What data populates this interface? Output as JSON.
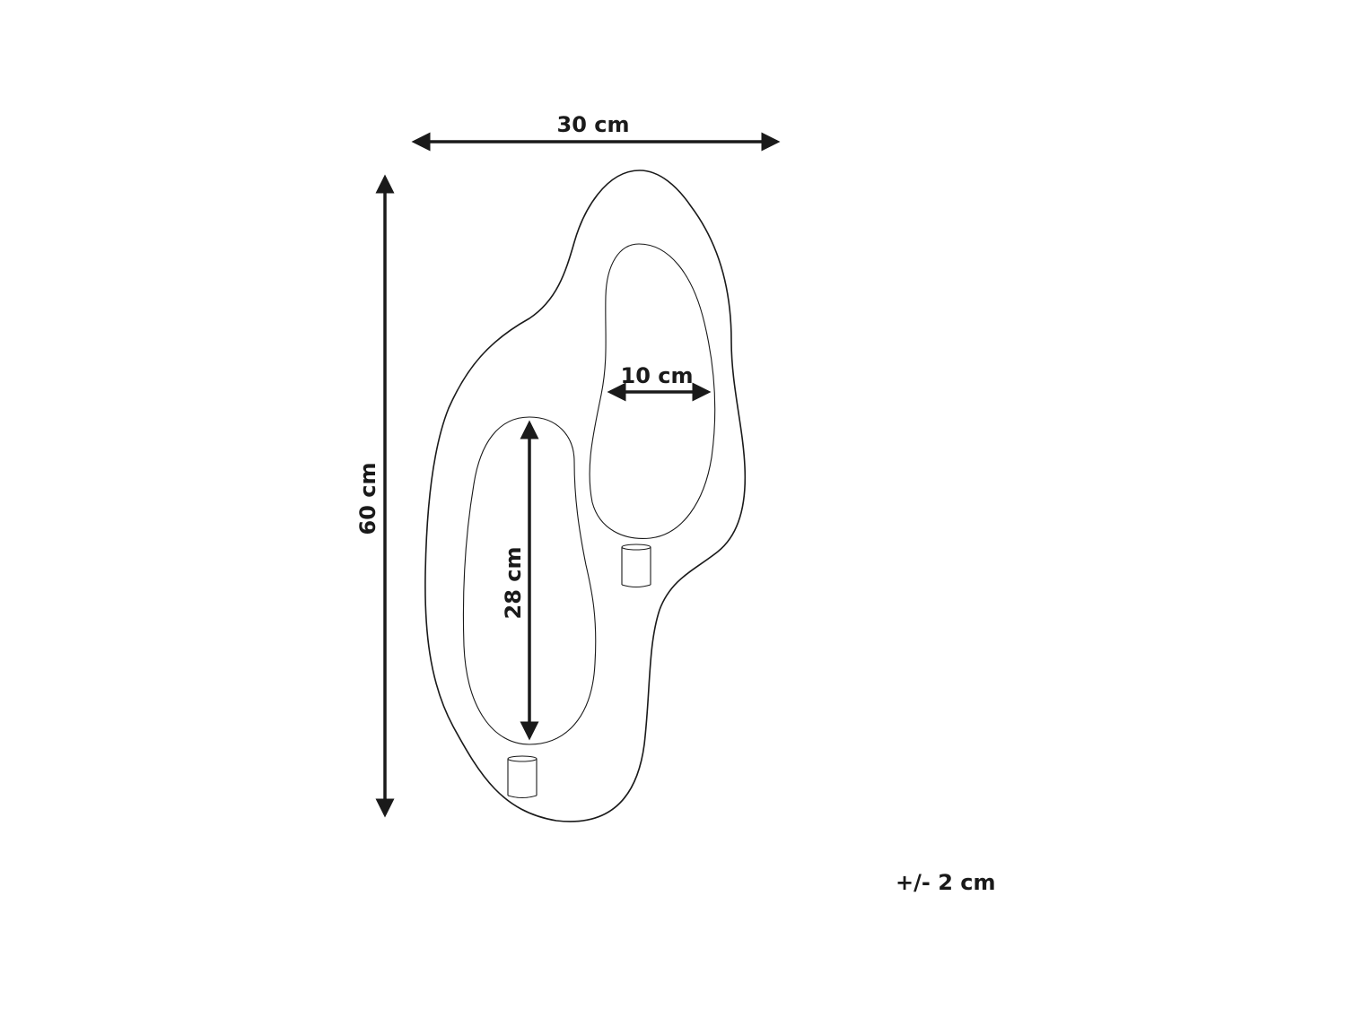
{
  "diagram": {
    "type": "product-dimension-drawing",
    "subject": "organic-shaped wall mirror with two cutouts and candle holders",
    "colors": {
      "line": "#1a1a1a",
      "background": "#ffffff"
    },
    "dimensions": {
      "overall_width": {
        "label": "30 cm",
        "orientation": "horizontal"
      },
      "overall_height": {
        "label": "60 cm",
        "orientation": "vertical"
      },
      "upper_opening_width": {
        "label": "10 cm",
        "orientation": "horizontal"
      },
      "lower_opening_height": {
        "label": "28 cm",
        "orientation": "vertical"
      }
    },
    "tolerance": {
      "label": "+/- 2 cm"
    },
    "components": [
      {
        "name": "outer-frame-outline"
      },
      {
        "name": "upper-opening"
      },
      {
        "name": "lower-opening"
      },
      {
        "name": "upper-candle-holder"
      },
      {
        "name": "lower-candle-holder"
      }
    ]
  }
}
